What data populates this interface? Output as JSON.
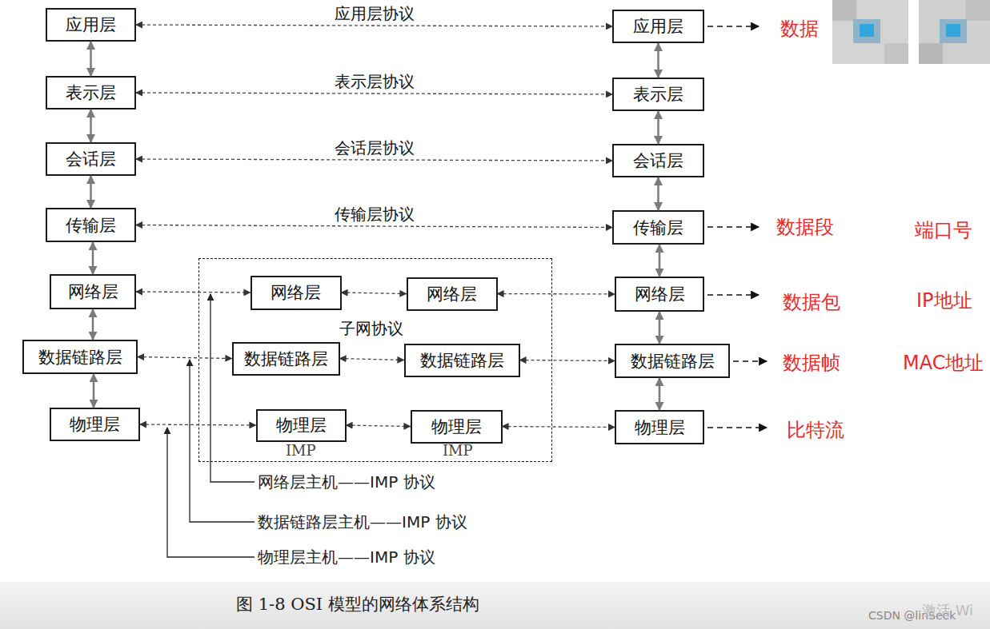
{
  "diagram": {
    "caption": "图 1-8 OSI 模型的网络体系结构",
    "nodes": [
      {
        "text": [
          "应用层"
        ]
      },
      {
        "text": [
          "应用层"
        ]
      },
      {
        "text": [
          "表示层"
        ]
      },
      {
        "text": [
          "表示层"
        ]
      },
      {
        "text": [
          "会话层"
        ]
      },
      {
        "text": [
          "会话层"
        ]
      },
      {
        "text": [
          "传输层"
        ]
      },
      {
        "text": [
          "传输层"
        ]
      },
      {
        "text": [
          "子网协议"
        ]
      },
      {
        "text": [
          "网络层"
        ]
      },
      {
        "text": [
          "网络层"
        ],
        "in": 8
      },
      {
        "text": [
          "网络层"
        ],
        "in": 8
      },
      {
        "text": [
          "网络层"
        ]
      },
      {
        "text": [
          "数据链路层"
        ]
      },
      {
        "text": [
          "数据链路层"
        ],
        "in": 8
      },
      {
        "text": [
          "数据链路层"
        ],
        "in": 8
      },
      {
        "text": [
          "数据链路层"
        ]
      },
      {
        "text": [
          "物理层"
        ]
      },
      {
        "text": [
          "物理层"
        ],
        "in": 8
      },
      {
        "text": [
          "物理层"
        ],
        "in": 8
      },
      {
        "text": [
          "物理层"
        ]
      }
    ],
    "edges": [
      {
        "from": 0,
        "to": 1,
        "label": "应用层协议",
        "arrow": "both"
      },
      {
        "from": 2,
        "to": 3,
        "label": "表示层协议",
        "arrow": "both"
      },
      {
        "from": 4,
        "to": 5,
        "label": "会话层协议",
        "arrow": "both"
      },
      {
        "from": 6,
        "to": 7,
        "label": "传输层协议",
        "arrow": "both"
      },
      {
        "from": 9,
        "to": 10,
        "arrow": "both"
      },
      {
        "from": 10,
        "to": 11,
        "arrow": "both"
      },
      {
        "from": 11,
        "to": 12,
        "arrow": "both"
      },
      {
        "from": 13,
        "to": 14,
        "arrow": "both"
      },
      {
        "from": 14,
        "to": 15,
        "arrow": "both"
      },
      {
        "from": 15,
        "to": 16,
        "arrow": "both"
      },
      {
        "from": 17,
        "to": 18,
        "arrow": "both"
      },
      {
        "from": 18,
        "to": 19,
        "arrow": "both"
      },
      {
        "from": 19,
        "to": 20,
        "arrow": "both"
      },
      {
        "from": 0,
        "to": 2,
        "arrow": "both"
      },
      {
        "from": 2,
        "to": 4,
        "arrow": "both"
      },
      {
        "from": 4,
        "to": 6,
        "arrow": "both"
      },
      {
        "from": 6,
        "to": 9,
        "arrow": "both"
      },
      {
        "from": 9,
        "to": 13,
        "arrow": "both"
      },
      {
        "from": 13,
        "to": 17,
        "arrow": "both"
      },
      {
        "from": 1,
        "to": 3,
        "arrow": "both"
      },
      {
        "from": 3,
        "to": 5,
        "arrow": "both"
      },
      {
        "from": 5,
        "to": 7,
        "arrow": "both"
      },
      {
        "from": 7,
        "to": 12,
        "arrow": "both"
      },
      {
        "from": 12,
        "to": 16,
        "arrow": "both"
      },
      {
        "from": 16,
        "to": 20,
        "arrow": "both"
      }
    ],
    "labels": [
      "数据",
      "数据段",
      "端口号",
      "数据包",
      "IP地址",
      "数据帧",
      "MAC地址",
      "比特流",
      "IMP",
      "IMP",
      "网络层主机——IMP 协议",
      "数据链路层主机——IMP 协议",
      "物理层主机——IMP 协议",
      "CSDN @linSeek",
      "激活 Wi"
    ]
  }
}
